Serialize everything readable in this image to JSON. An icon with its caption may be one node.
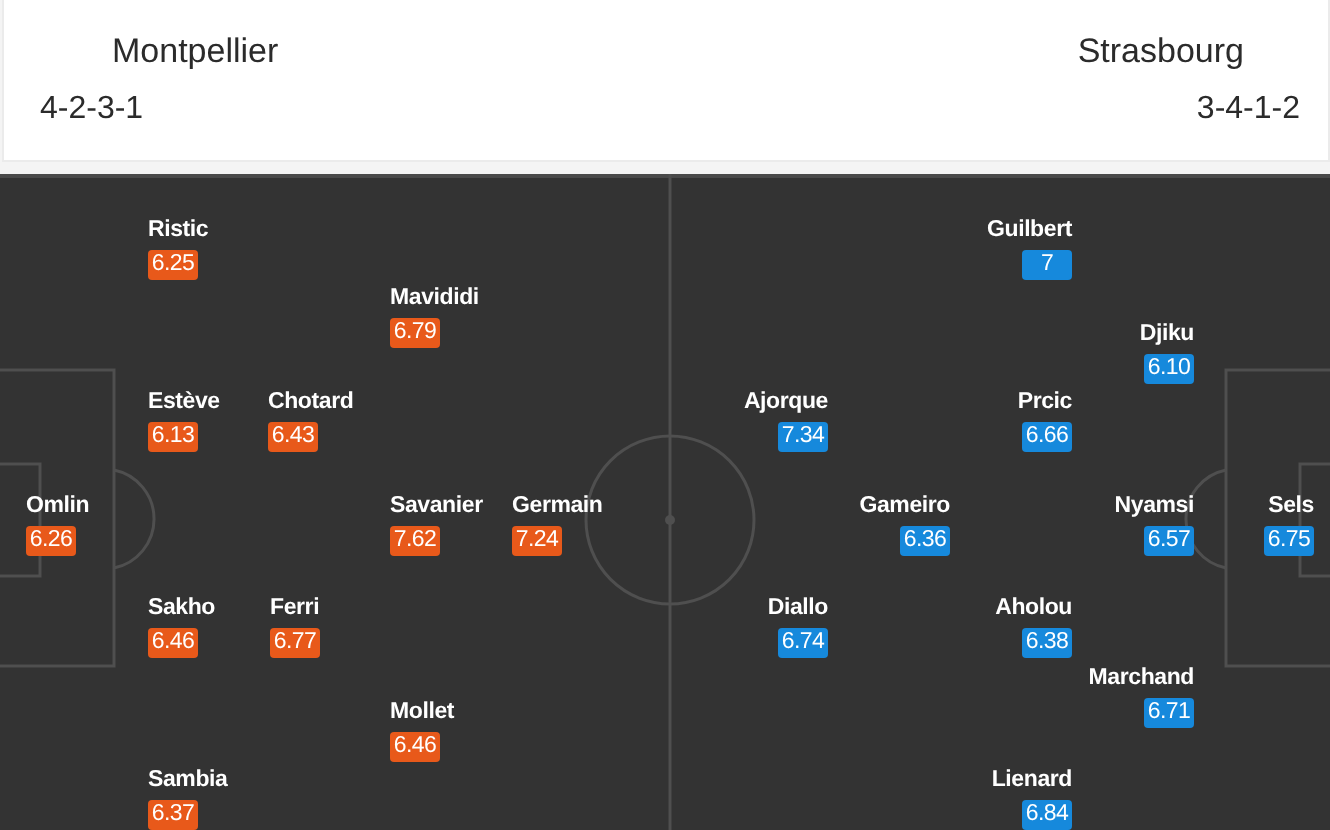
{
  "diagram": {
    "nodes": [
      {
        "text": [
          "Ristic",
          "6.25"
        ]
      },
      {
        "text": [
          "Mavididi",
          "6.79"
        ]
      },
      {
        "text": [
          "Estève",
          "6.13"
        ]
      },
      {
        "text": [
          "Chotard",
          "6.43"
        ]
      },
      {
        "text": [
          "Omlin",
          "6.26"
        ]
      },
      {
        "text": [
          "Savanier",
          "7.62"
        ]
      },
      {
        "text": [
          "Germain",
          "7.24"
        ]
      },
      {
        "text": [
          "Sakho",
          "6.46"
        ]
      },
      {
        "text": [
          "Ferri",
          "6.77"
        ]
      },
      {
        "text": [
          "Mollet",
          "6.46"
        ]
      },
      {
        "text": [
          "Sambia",
          "6.37"
        ]
      },
      {
        "text": [
          "Guilbert",
          "7"
        ]
      },
      {
        "text": [
          "Djiku",
          "6.10"
        ]
      },
      {
        "text": [
          "Ajorque",
          "7.34"
        ]
      },
      {
        "text": [
          "Prcic",
          "6.66"
        ]
      },
      {
        "text": [
          "Gameiro",
          "6.36"
        ]
      },
      {
        "text": [
          "Nyamsi",
          "6.57"
        ]
      },
      {
        "text": [
          "Sels",
          "6.75"
        ]
      },
      {
        "text": [
          "Diallo",
          "6.74"
        ]
      },
      {
        "text": [
          "Aholou",
          "6.38"
        ]
      },
      {
        "text": [
          "Marchand",
          "6.71"
        ]
      },
      {
        "text": [
          "Lienard",
          "6.84"
        ]
      }
    ],
    "labels": [
      "Montpellier",
      "Strasbourg",
      "4-2-3-1",
      "3-4-1-2"
    ]
  }
}
